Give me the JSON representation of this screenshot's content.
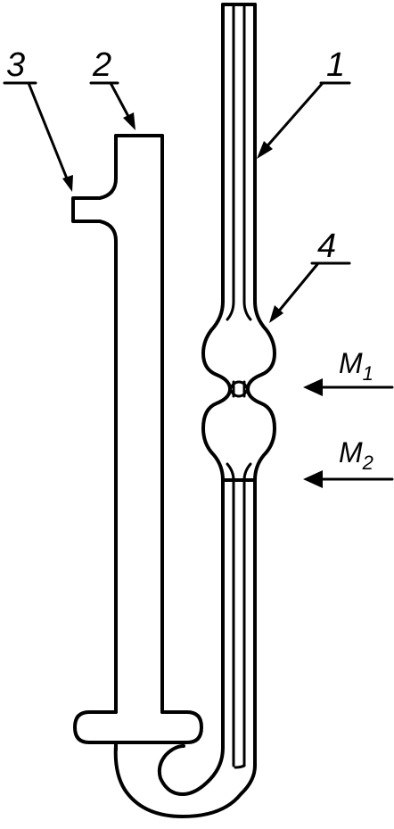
{
  "labels": {
    "capillary": "1",
    "wide_tube": "2",
    "side_tube": "3",
    "bulb": "4"
  },
  "marks": {
    "upper": {
      "letter": "M",
      "sub": "1"
    },
    "lower": {
      "letter": "M",
      "sub": "2"
    }
  },
  "colors": {
    "stroke": "#000000",
    "background": "#ffffff"
  }
}
